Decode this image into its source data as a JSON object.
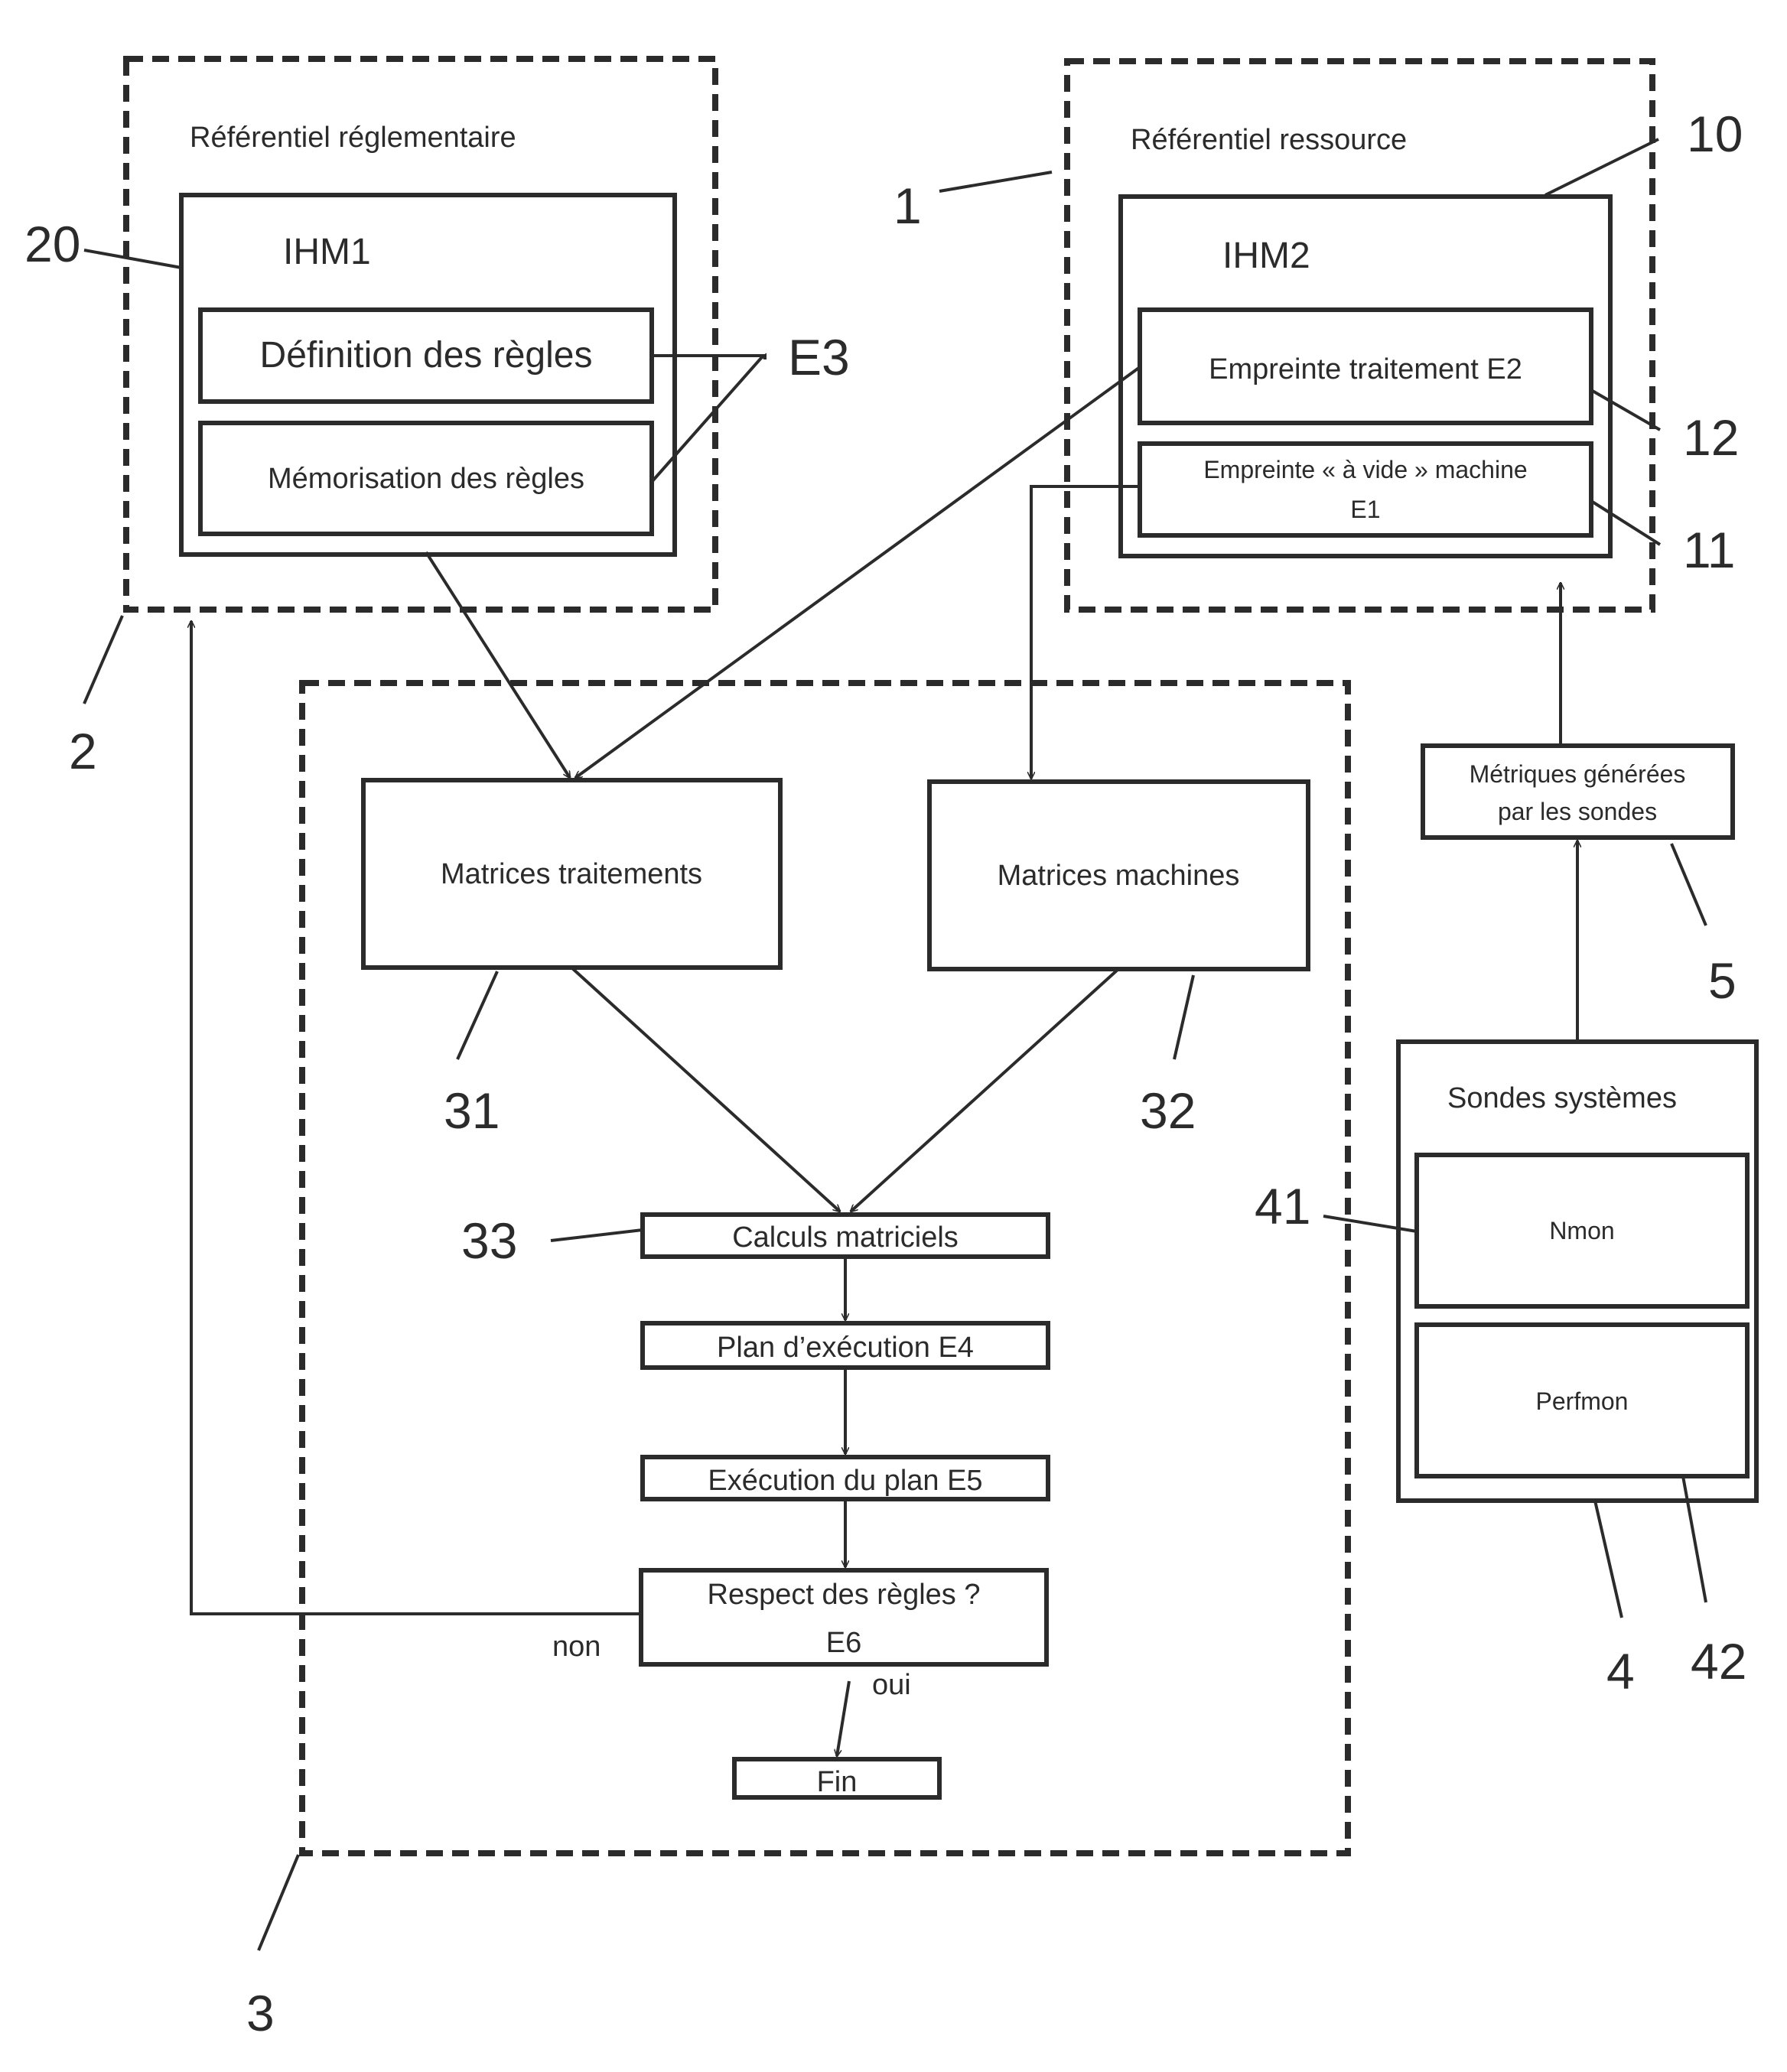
{
  "referentiel_reglementaire": {
    "title": "Référentiel réglementaire",
    "ihm": "IHM1",
    "definition": "Définition des règles",
    "memorisation": "Mémorisation des règles"
  },
  "referentiel_ressource": {
    "title": "Référentiel ressource",
    "ihm": "IHM2",
    "empreinte_traitement": "Empreinte traitement E2",
    "empreinte_vide_line1": "Empreinte « à vide » machine",
    "empreinte_vide_line2": "E1"
  },
  "step_label": "E3",
  "matrices": {
    "traitements": "Matrices traitements",
    "machines": "Matrices machines"
  },
  "flow": {
    "calculs": "Calculs matriciels",
    "plan": "Plan d’exécution E4",
    "execution": "Exécution du plan E5",
    "respect_line1": "Respect des règles ?",
    "respect_line2": "E6",
    "non": "non",
    "oui": "oui",
    "fin": "Fin"
  },
  "metriques": {
    "line1": "Métriques générées",
    "line2": "par les sondes"
  },
  "sondes": {
    "title": "Sondes systèmes",
    "nmon": "Nmon",
    "perfmon": "Perfmon"
  },
  "refs": {
    "r1": "1",
    "r2": "2",
    "r3": "3",
    "r4": "4",
    "r5": "5",
    "r10": "10",
    "r11": "11",
    "r12": "12",
    "r20": "20",
    "r31": "31",
    "r32": "32",
    "r33": "33",
    "r41": "41",
    "r42": "42"
  }
}
